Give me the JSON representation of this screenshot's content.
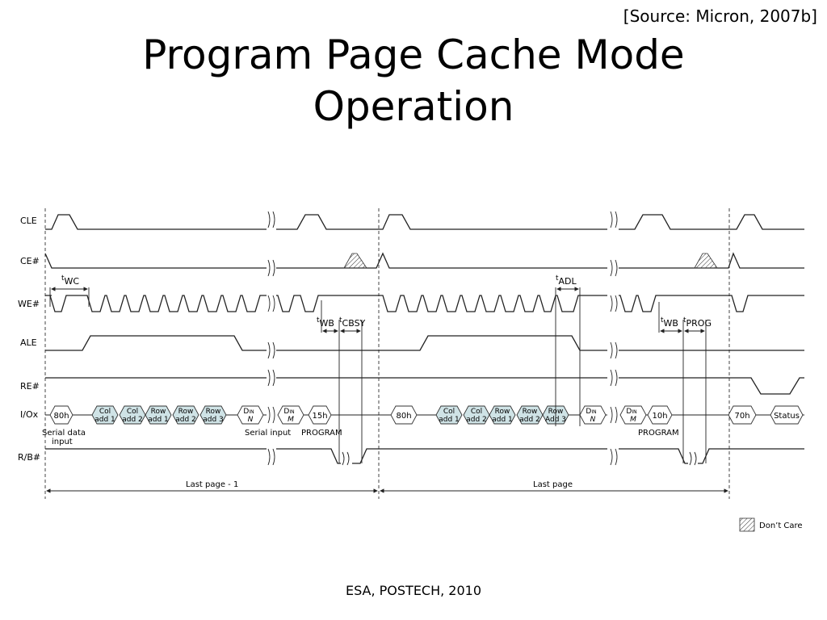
{
  "slide": {
    "source": "[Source: Micron, 2007b]",
    "title_line1": "Program Page Cache Mode",
    "title_line2": "Operation",
    "footer": "ESA, POSTECH, 2010"
  },
  "diagram": {
    "signals": [
      "CLE",
      "CE#",
      "WE#",
      "ALE",
      "RE#",
      "I/Ox",
      "R/B#"
    ],
    "timing": {
      "twc": [
        "t",
        "WC"
      ],
      "twb1": [
        "t",
        "WB"
      ],
      "tcbsy": [
        "t",
        "CBSY"
      ],
      "tadl": [
        "t",
        "ADL"
      ],
      "twb2": [
        "t",
        "WB"
      ],
      "tprog": [
        "t",
        "PROG"
      ]
    },
    "io_first": [
      {
        "l1": "80h",
        "l2": ""
      },
      {
        "l1": "Col",
        "l2": "add 1"
      },
      {
        "l1": "Col",
        "l2": "add 2"
      },
      {
        "l1": "Row",
        "l2": "add 1"
      },
      {
        "l1": "Row",
        "l2": "add 2"
      },
      {
        "l1": "Row",
        "l2": "add 3"
      },
      {
        "l1": "D",
        "sub": "IN",
        "l2": "N"
      },
      {
        "l1": "D",
        "sub": "IN",
        "l2": "M"
      },
      {
        "l1": "15h",
        "l2": ""
      }
    ],
    "io_second": [
      {
        "l1": "80h",
        "l2": ""
      },
      {
        "l1": "Col",
        "l2": "add 1"
      },
      {
        "l1": "Col",
        "l2": "add 2"
      },
      {
        "l1": "Row",
        "l2": "add 1"
      },
      {
        "l1": "Row",
        "l2": "add 2"
      },
      {
        "l1": "Row",
        "l2": "Add 3"
      },
      {
        "l1": "D",
        "sub": "IN",
        "l2": "N"
      },
      {
        "l1": "D",
        "sub": "IN",
        "l2": "M"
      },
      {
        "l1": "10h",
        "l2": ""
      }
    ],
    "io_third": [
      {
        "l1": "70h",
        "l2": ""
      },
      {
        "l1": "Status",
        "l2": ""
      }
    ],
    "annotations": {
      "serial_data_1": "Serial data",
      "serial_data_2": "input",
      "serial_input": "Serial input",
      "program_1": "PROGRAM",
      "program_2": "PROGRAM"
    },
    "periods": {
      "last_page_minus_1": "Last page - 1",
      "last_page": "Last page"
    },
    "legend": "Don’t Care"
  }
}
